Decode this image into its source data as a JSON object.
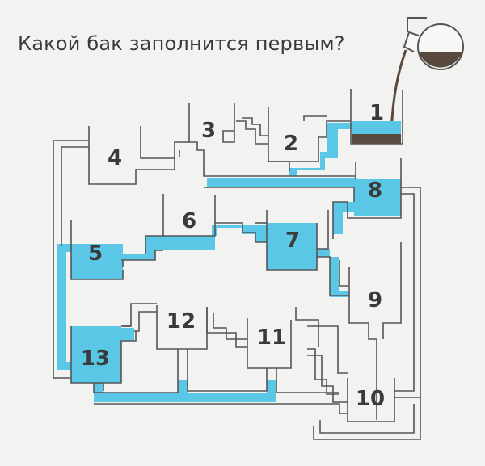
{
  "title": "Какой бак заполнится первым?",
  "colors": {
    "background": "#f2f2f0",
    "pipe_wall": "#555555",
    "water": "#5bc7e6",
    "dark_liquid": "#5a4a3e",
    "text": "#3b3b3b"
  },
  "tanks": [
    {
      "label": "1",
      "filled": true
    },
    {
      "label": "2",
      "filled": false
    },
    {
      "label": "3",
      "filled": false
    },
    {
      "label": "4",
      "filled": false
    },
    {
      "label": "5",
      "filled": true
    },
    {
      "label": "6",
      "filled": false
    },
    {
      "label": "7",
      "filled": true
    },
    {
      "label": "8",
      "filled": true
    },
    {
      "label": "9",
      "filled": false
    },
    {
      "label": "10",
      "filled": false
    },
    {
      "label": "11",
      "filled": false
    },
    {
      "label": "12",
      "filled": false
    },
    {
      "label": "13",
      "filled": true
    }
  ],
  "icons": [
    "glass-flask-icon"
  ]
}
